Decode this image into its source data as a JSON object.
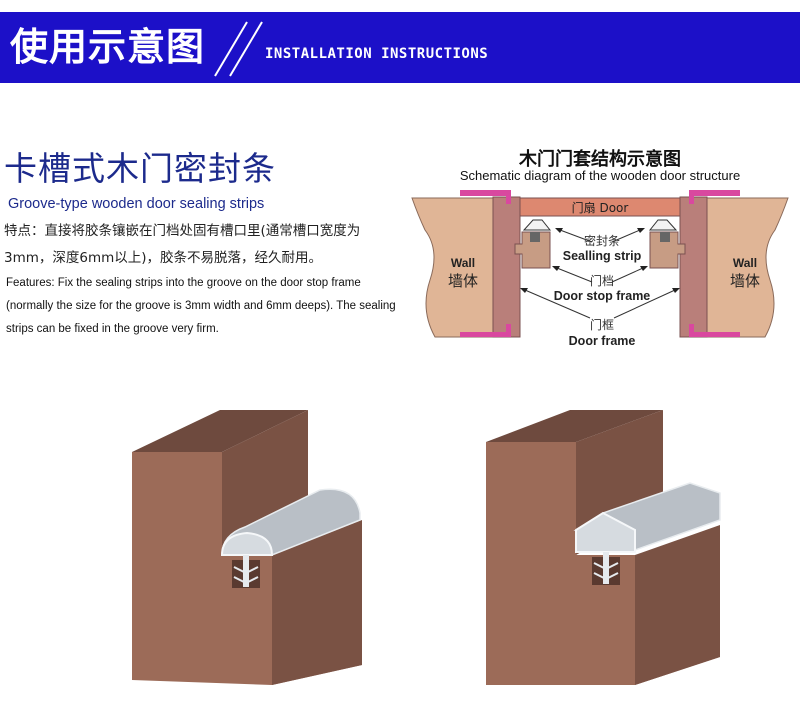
{
  "header": {
    "title": "使用示意图",
    "subtitle": "INSTALLATION INSTRUCTIONS",
    "background_color": "#1c10c8"
  },
  "product_intro": {
    "title_cn": "卡槽式木门密封条",
    "title_en": "Groove-type wooden door sealing strips",
    "features_cn": "特点：直接将胶条镶嵌在门档处固有槽口里(通常槽口宽度为3mm，深度6mm以上)，胶条不易脱落，经久耐用。",
    "features_en": "Features: Fix the sealing strips into the groove on the door stop frame  (normally the size for the groove is 3mm width and 6mm deeps). The sealing strips can be fixed in the groove very firm.",
    "title_color": "#1c2a8c"
  },
  "schematic": {
    "title_cn": "木门门套结构示意图",
    "title_en": "Schematic diagram of the wooden door structure",
    "labels": {
      "door": "门扇 Door",
      "wall_left_en": "Wall",
      "wall_left_cn": "墙体",
      "wall_right_en": "Wall",
      "wall_right_cn": "墙体",
      "sealing_strip_cn": "密封条",
      "sealing_strip_en": "Sealling strip",
      "door_stop_cn": "门档",
      "door_stop_en": "Door stop frame",
      "door_frame_cn": "门框",
      "door_frame_en": "Door frame"
    },
    "colors": {
      "wall": "#e0b596",
      "frame": "#b97f7a",
      "trim": "#d9489f",
      "door": "#dd8870",
      "stop": "#c79c84"
    }
  },
  "products": [
    {
      "name": "round-top sealing strip",
      "profile": "semicircle"
    },
    {
      "name": "peaked-top sealing strip",
      "profile": "pentagon"
    }
  ],
  "product_colors": {
    "wood_front": "#9c6b58",
    "wood_side": "#7a5244",
    "wood_top": "#6e4a3e",
    "strip": "#b9bfc6",
    "strip_light": "#d6dbe0"
  }
}
